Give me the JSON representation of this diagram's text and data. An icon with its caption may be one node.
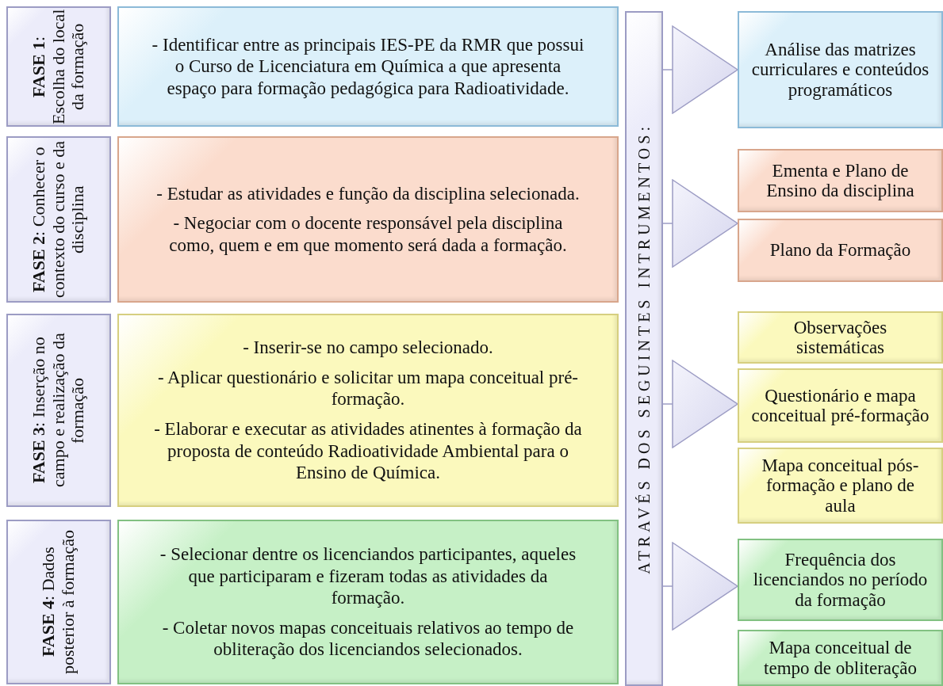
{
  "diagram": {
    "nodes": [
      {
        "text": [
          "**FASE 1**: Escolha do local da formação"
        ]
      },
      {
        "text": [
          "- Identificar entre as principais IES-PE da RMR que possui o Curso de Licenciatura em Química a que apresenta espaço para formação pedagógica para Radioatividade."
        ]
      },
      {
        "text": [
          "**FASE 2**: Conhecer o contexto do curso e da disciplina"
        ]
      },
      {
        "text": [
          "- Estudar as atividades e função da disciplina selecionada.",
          "- Negociar com o docente responsável pela disciplina como, quem e em que momento será dada a formação."
        ]
      },
      {
        "text": [
          "**FASE 3**: Inserção no campo e realização da formação"
        ]
      },
      {
        "text": [
          "- Inserir-se no campo selecionado.",
          "- Aplicar questionário e solicitar um mapa conceitual pré-formação.",
          "- Elaborar e executar as atividades atinentes à formação da proposta de conteúdo Radioatividade Ambiental para o Ensino de Química."
        ]
      },
      {
        "text": [
          "**FASE 4**: Dados posterior à formação"
        ]
      },
      {
        "text": [
          "- Selecionar dentre os licenciandos participantes, aqueles que participaram e fizeram todas as atividades da formação.",
          "- Coletar novos mapas conceituais relativos ao tempo de obliteração dos licenciandos selecionados."
        ]
      },
      {
        "text": [
          "ATRAVÉS DOS SEGUINTES INTRUMENTOS:"
        ]
      },
      {
        "text": [
          "Análise das matrizes curriculares e conteúdos programáticos"
        ]
      },
      {
        "text": [
          "Ementa e Plano de Ensino da disciplina"
        ]
      },
      {
        "text": [
          "Plano da Formação"
        ]
      },
      {
        "text": [
          "Observações sistemáticas"
        ]
      },
      {
        "text": [
          "Questionário e mapa conceitual pré-formação"
        ]
      },
      {
        "text": [
          "Mapa conceitual pós-formação e plano de aula"
        ]
      },
      {
        "text": [
          "Frequência dos licenciandos no período da formação"
        ]
      },
      {
        "text": [
          "Mapa conceitual de tempo de obliteração"
        ]
      }
    ],
    "edges": [
      {
        "from": 8,
        "to": 9,
        "arrow": "to"
      },
      {
        "from": 8,
        "to": 11,
        "arrow": "to"
      },
      {
        "from": 8,
        "to": 13,
        "arrow": "to"
      },
      {
        "from": 8,
        "to": 15,
        "arrow": "to"
      }
    ]
  }
}
